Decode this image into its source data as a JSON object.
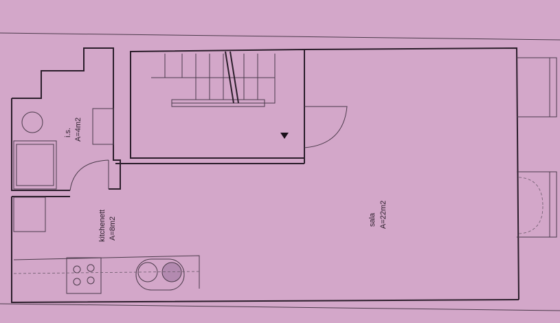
{
  "rooms": {
    "bathroom": {
      "name": "i.s.",
      "area": "A=4m2"
    },
    "kitchen": {
      "name": "kitchenett",
      "area": "A=8m2"
    },
    "living": {
      "name": "sala",
      "area": "A=22m2"
    }
  },
  "colors": {
    "paper": "#d3a7c9",
    "ink": "#2a1d2a"
  }
}
